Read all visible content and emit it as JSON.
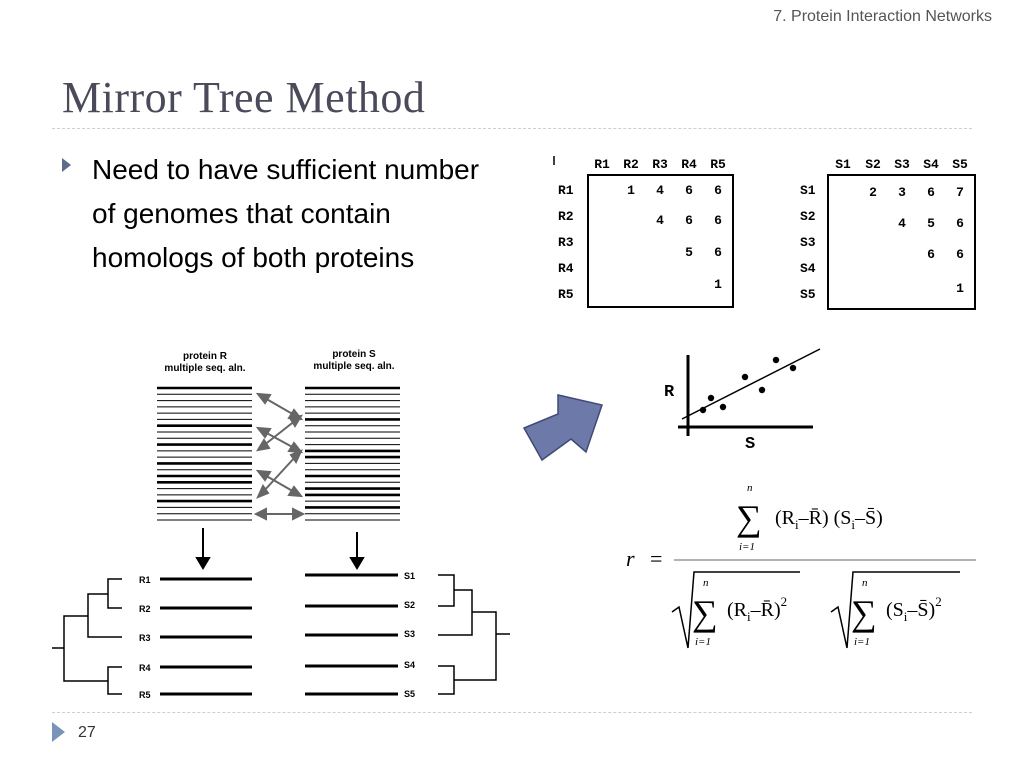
{
  "header": {
    "course": "7. Protein Interaction Networks"
  },
  "slide": {
    "title": "Mirror Tree Method",
    "bullet": "Need to have sufficient number of genomes that contain homologs of both proteins",
    "page_number": "27"
  },
  "matrix_r": {
    "cols": [
      "R1",
      "R2",
      "R3",
      "R4",
      "R5"
    ],
    "rows": [
      "R1",
      "R2",
      "R3",
      "R4",
      "R5"
    ],
    "values": [
      [
        "",
        "1",
        "4",
        "6",
        "6"
      ],
      [
        "",
        "",
        "4",
        "6",
        "6"
      ],
      [
        "",
        "",
        "",
        "5",
        "6"
      ],
      [
        "",
        "",
        "",
        "",
        "1"
      ],
      [
        "",
        "",
        "",
        "",
        ""
      ]
    ]
  },
  "matrix_s": {
    "cols": [
      "S1",
      "S2",
      "S3",
      "S4",
      "S5"
    ],
    "rows": [
      "S1",
      "S2",
      "S3",
      "S4",
      "S5"
    ],
    "values": [
      [
        "",
        "2",
        "3",
        "6",
        "7"
      ],
      [
        "",
        "",
        "4",
        "5",
        "6"
      ],
      [
        "",
        "",
        "",
        "6",
        "6"
      ],
      [
        "",
        "",
        "",
        "",
        "1"
      ],
      [
        "",
        "",
        "",
        "",
        ""
      ]
    ]
  },
  "alignment": {
    "r_title_1": "protein R",
    "r_title_2": "multiple seq. aln.",
    "s_title_1": "protein S",
    "s_title_2": "multiple seq. aln.",
    "r_labels": [
      "R1",
      "R2",
      "R3",
      "R4",
      "R5"
    ],
    "s_labels": [
      "S1",
      "S2",
      "S3",
      "S4",
      "S5"
    ]
  },
  "scatter": {
    "y_label": "R",
    "x_label": "S"
  },
  "formula": {
    "r": "r",
    "eq": "=",
    "sum": "∑",
    "n": "n",
    "lower": "i=1",
    "num_1": "(R",
    "num_2": "i",
    "num_3": "–R̄) (S",
    "num_4": "i",
    "num_5": "–S̄)",
    "den_r_1": "(R",
    "den_r_2": "i",
    "den_r_3": "–R̄)",
    "den_s_1": "(S",
    "den_s_2": "i",
    "den_s_3": "–S̄)",
    "sq": "2"
  }
}
